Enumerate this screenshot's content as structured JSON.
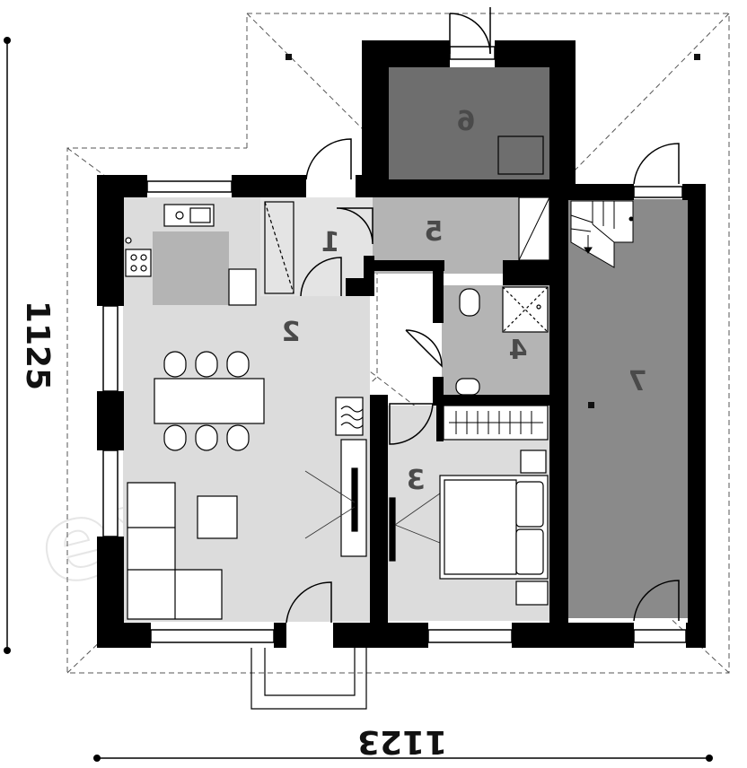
{
  "plan": {
    "dimensions": {
      "width": "1123",
      "depth": "1125"
    },
    "rooms": [
      {
        "id": "1",
        "label": "1"
      },
      {
        "id": "2",
        "label": "2"
      },
      {
        "id": "3",
        "label": "3"
      },
      {
        "id": "4",
        "label": "4"
      },
      {
        "id": "5",
        "label": "5"
      },
      {
        "id": "6",
        "label": "6"
      },
      {
        "id": "7",
        "label": "7"
      }
    ],
    "watermark": "extradom",
    "colors": {
      "wall": "#000000",
      "light_floor": "#dcdcdc",
      "mid_floor": "#b4b4b4",
      "dark_floor": "#8a8a8a",
      "darkest_floor": "#6e6e6e"
    }
  }
}
